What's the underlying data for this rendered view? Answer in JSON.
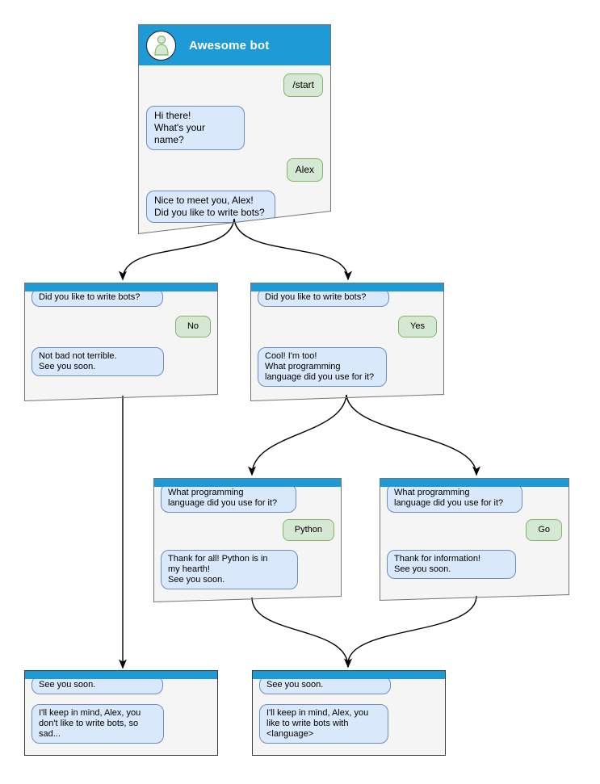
{
  "colors": {
    "titlebar_blue": "#1E9BD7",
    "bot_bubble_fill": "#DAE8FC",
    "bot_bubble_border": "#6C8EBF",
    "user_bubble_fill": "#D5E8D4",
    "user_bubble_border": "#82B366",
    "window_fill": "#F5F5F5",
    "connector": "#000000"
  },
  "windows": {
    "main": {
      "title": "Awesome bot",
      "avatar_icon": "person-icon",
      "messages": [
        {
          "from": "user",
          "text": "/start"
        },
        {
          "from": "bot",
          "text": "Hi there!\nWhat's your name?"
        },
        {
          "from": "user",
          "text": "Alex"
        },
        {
          "from": "bot",
          "text": "Nice to meet you, Alex!\nDid you like to write bots?"
        }
      ]
    },
    "branch_no": {
      "messages": [
        {
          "from": "bot",
          "text": "Did you like to write bots?"
        },
        {
          "from": "user",
          "text": "No"
        },
        {
          "from": "bot",
          "text": "Not bad not terrible.\nSee you soon."
        }
      ]
    },
    "branch_yes": {
      "messages": [
        {
          "from": "bot",
          "text": "Did you like to write bots?"
        },
        {
          "from": "user",
          "text": "Yes"
        },
        {
          "from": "bot",
          "text": "Cool! I'm too!\nWhat programming\nlanguage did you use for it?"
        }
      ]
    },
    "branch_python": {
      "messages": [
        {
          "from": "bot",
          "text": "What programming\nlanguage did you use for it?"
        },
        {
          "from": "user",
          "text": "Python"
        },
        {
          "from": "bot",
          "text": "Thank for all! Python is in\nmy hearth!\nSee you soon."
        }
      ]
    },
    "branch_go": {
      "messages": [
        {
          "from": "bot",
          "text": "What programming\nlanguage did you use for it?"
        },
        {
          "from": "user",
          "text": "Go"
        },
        {
          "from": "bot",
          "text": "Thank for information!\nSee you soon."
        }
      ]
    },
    "end_no": {
      "messages": [
        {
          "from": "bot",
          "text": "See you soon."
        },
        {
          "from": "bot",
          "text": "I'll keep in mind, Alex, you\ndon't like to write bots, so\nsad..."
        }
      ]
    },
    "end_yes": {
      "messages": [
        {
          "from": "bot",
          "text": "See you soon."
        },
        {
          "from": "bot",
          "text": "I'll keep in mind, Alex, you\nlike to write bots with\n<language>"
        }
      ]
    }
  }
}
